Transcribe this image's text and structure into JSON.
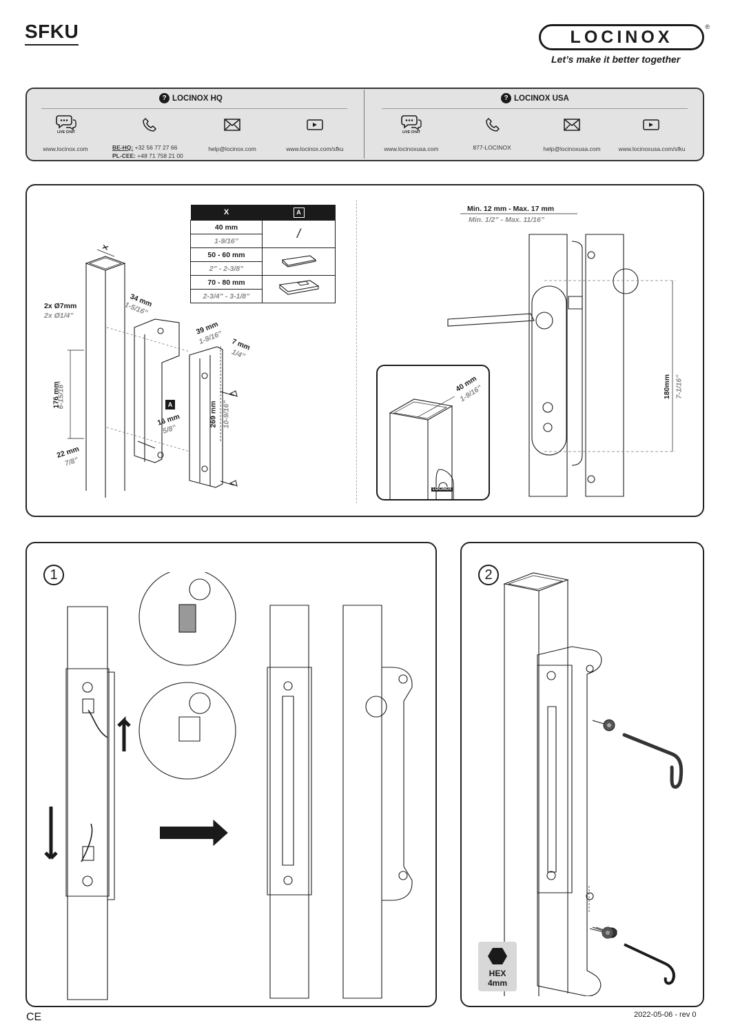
{
  "header": {
    "doc_code": "SFKU",
    "brand": "LOCINOX",
    "registered": "®",
    "tagline": "Let’s make it better together"
  },
  "contact": {
    "hq": {
      "title": "LOCINOX HQ",
      "live_chat": "LIVE CHAT",
      "website": "www.locinox.com",
      "phone_be_label": "BE-HQ:",
      "phone_be": "+32 56 77 27 66",
      "phone_pl_label": "PL-CEE:",
      "phone_pl": "+48 71 758 21 00",
      "email": "help@locinox.com",
      "video": "www.locinox.com/sfku"
    },
    "usa": {
      "title": "LOCINOX USA",
      "live_chat": "LIVE CHAT",
      "website": "www.locinoxusa.com",
      "phone": "877-LOCINOX",
      "email": "help@locinoxusa.com",
      "video": "www.locinoxusa.com/sfku"
    }
  },
  "table": {
    "col_x": "X",
    "col_a": "A",
    "rows": [
      {
        "mm": "40 mm",
        "inch": "1-9/16”",
        "symbol": "/"
      },
      {
        "mm": "50 - 60 mm",
        "inch": "2” - 2-3/8”",
        "symbol": "plate-short"
      },
      {
        "mm": "70 - 80 mm",
        "inch": "2-3/4” - 3-1/8”",
        "symbol": "plate-long"
      }
    ]
  },
  "dims": {
    "x": "X",
    "holes_mm": "2x Ø7mm",
    "holes_in": "2x Ø1/4”",
    "d34_mm": "34 mm",
    "d34_in": "1-5/16”",
    "d39_mm": "39 mm",
    "d39_in": "1-9/16”",
    "d7_mm": "7 mm",
    "d7_in": "1/4”",
    "d176_mm": "176 mm",
    "d176_in": "6-15/16”",
    "d16_mm": "16 mm",
    "d16_in": "5/8”",
    "d269_mm": "269 mm",
    "d269_in": "10-9/16”",
    "d22_mm": "22 mm",
    "d22_in": "7/8”",
    "a_label": "A",
    "gap_mm": "Min. 12 mm - Max. 17 mm",
    "gap_in": "Min. 1/2” - Max. 11/16”",
    "d180_mm": "180mm",
    "d180_in": "7-1/16”",
    "d40_mm": "40 mm",
    "d40_in": "1-9/16”",
    "lock_brand": "LOCINOX"
  },
  "steps": {
    "one": "1",
    "two": "2"
  },
  "hex": {
    "label": "HEX",
    "size": "4mm"
  },
  "footer": {
    "ce": "CE",
    "date": "2022-05-06 - rev 0"
  }
}
